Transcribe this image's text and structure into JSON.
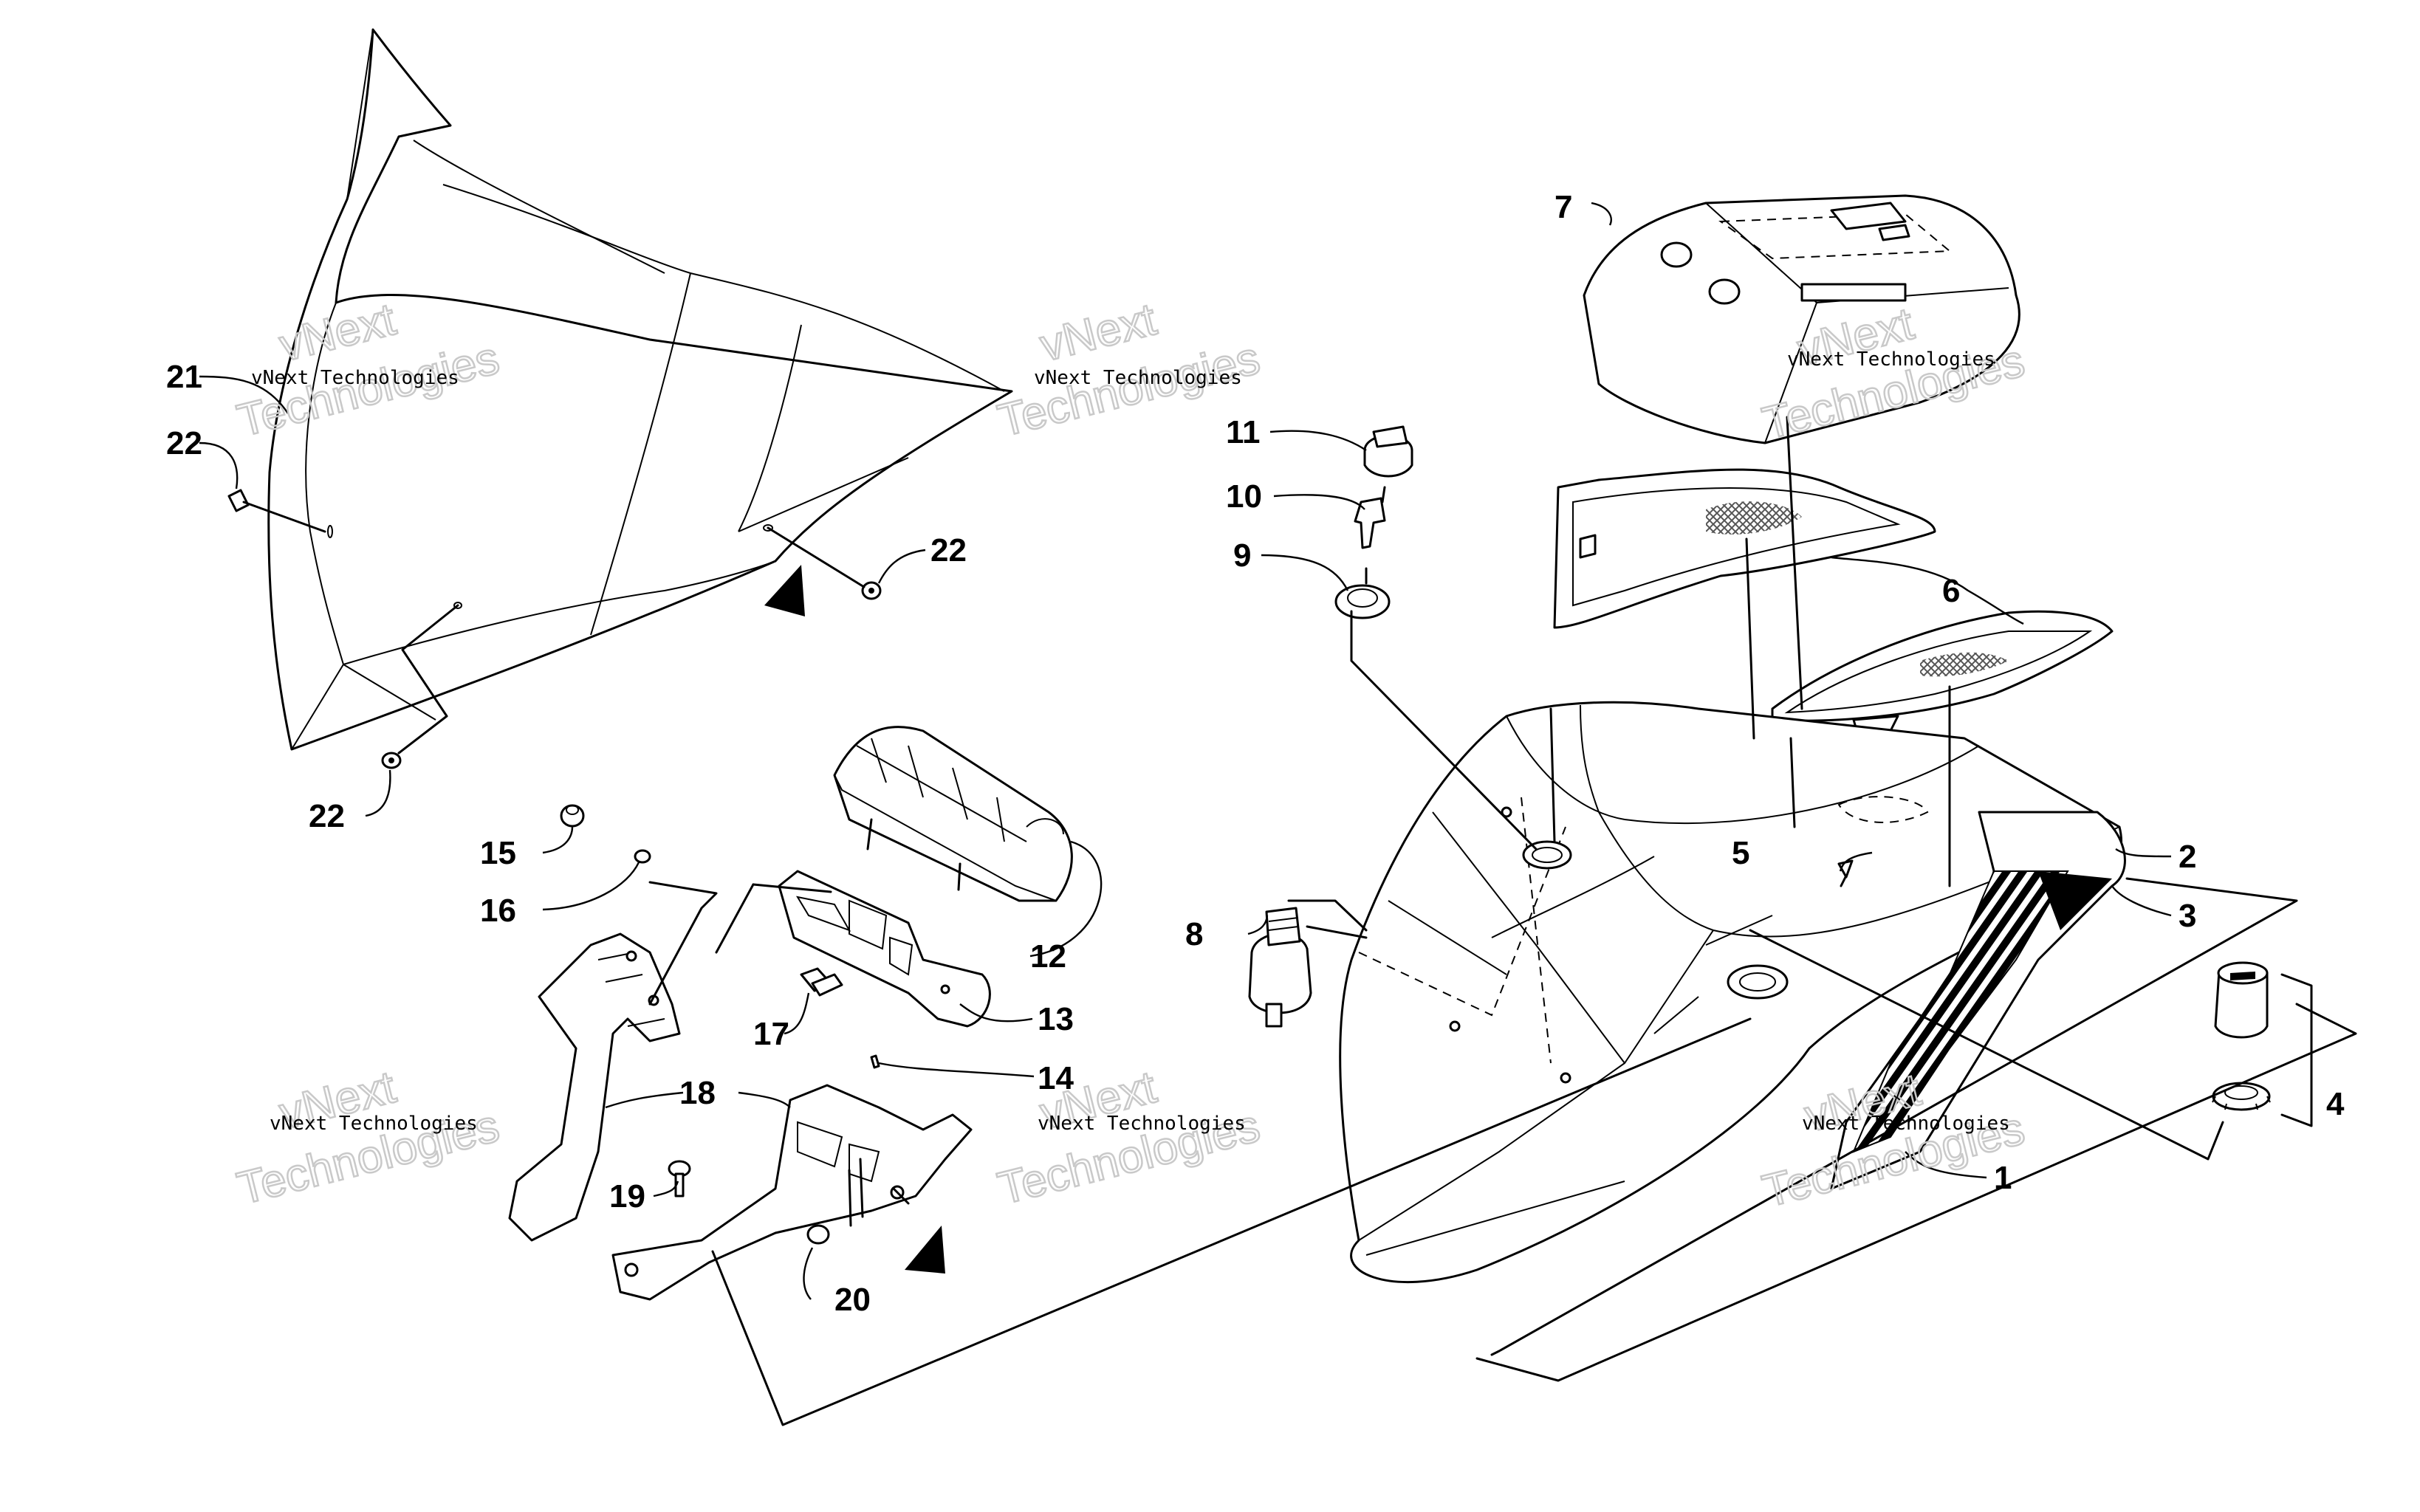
{
  "callouts": {
    "n1": "1",
    "n2": "2",
    "n3": "3",
    "n4": "4",
    "n5": "5",
    "n6": "6",
    "n7": "7",
    "n8": "8",
    "n9": "9",
    "n10": "10",
    "n11": "11",
    "n12": "12",
    "n13": "13",
    "n14": "14",
    "n15": "15",
    "n16": "16",
    "n17": "17",
    "n18": "18",
    "n19": "19",
    "n20": "20",
    "n21": "21",
    "n22a": "22",
    "n22b": "22",
    "n22c": "22"
  },
  "watermark": {
    "line_small": "vNext Technologies",
    "line_big_top": "vNext",
    "line_big_bottom": "Technologies"
  },
  "colors": {
    "ink": "#000000",
    "paper": "#ffffff",
    "watermark_outline": "#c9c9c9"
  }
}
